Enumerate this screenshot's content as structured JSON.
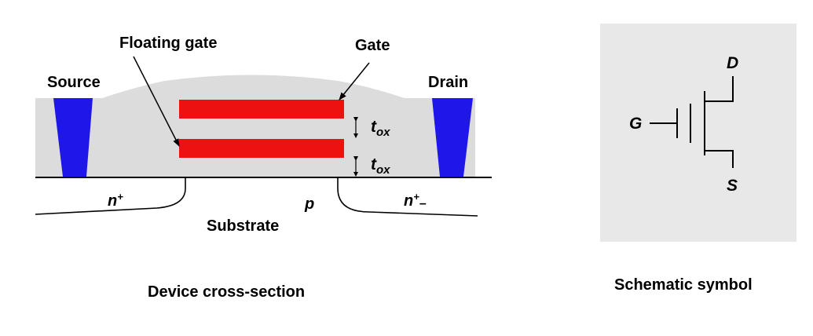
{
  "cross_section": {
    "labels": {
      "floating_gate": "Floating gate",
      "gate": "Gate",
      "source": "Source",
      "drain": "Drain",
      "tox_main": "t",
      "tox_sub": "ox",
      "n_plus_left": "n",
      "n_plus_left_sup": "+",
      "n_plus_right": "n",
      "n_plus_right_sup": "+",
      "n_plus_right_tail": "–",
      "p_region": "p",
      "substrate": "Substrate"
    },
    "caption": "Device cross-section",
    "colors": {
      "oxide": "#dcdcdc",
      "electrode": "#1e17e8",
      "gate": "#ee1111"
    }
  },
  "schematic": {
    "labels": {
      "gate": "G",
      "drain": "D",
      "source": "S"
    },
    "caption": "Schematic symbol",
    "colors": {
      "panel": "#e8e8e8"
    }
  }
}
